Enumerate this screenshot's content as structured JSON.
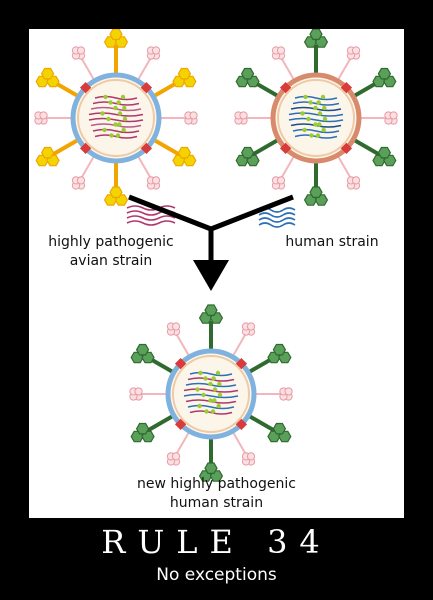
{
  "diagram": {
    "avian_strain_label": "highly pathogenic\navian strain",
    "human_strain_label": "human strain",
    "new_strain_label": "new highly pathogenic\nhuman strain",
    "colors": {
      "avian_spike": "#f2d500",
      "human_spike": "#5aa05a",
      "rna_avian": "#b0386e",
      "rna_human": "#2d6fb8",
      "envelope_blue": "#7fb2de",
      "envelope_red": "#d88a6c"
    }
  },
  "caption": {
    "title": "RULE 34",
    "subtitle": "No exceptions"
  }
}
